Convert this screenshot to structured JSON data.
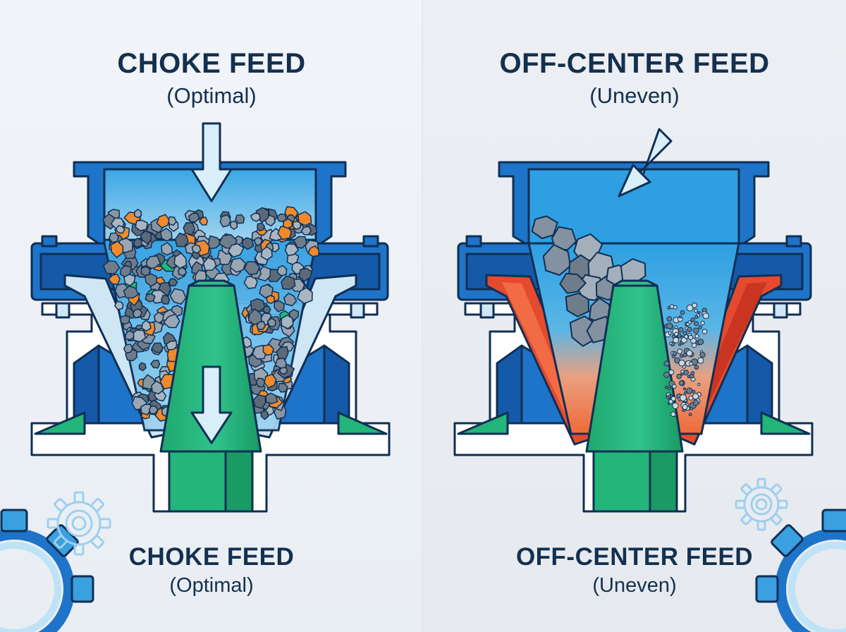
{
  "left_panel": {
    "title": "CHOKE FEED",
    "subtitle": "(Optimal)",
    "bottom_title": "CHOKE FEED",
    "bottom_subtitle": "(Optimal)"
  },
  "right_panel": {
    "title": "OFF-CENTER FEED",
    "subtitle": "(Uneven)",
    "bottom_title": "OFF-CENTER FEED",
    "bottom_subtitle": "(Uneven)"
  },
  "colors": {
    "housing_blue": "#1e74c8",
    "dark_blue": "#155aa8",
    "chamber_blue": "#35a6e6",
    "mantle_green": "#23b57a",
    "liner_light": "#cfe7f5",
    "hot_liner": "#e54a2e",
    "rock_gray": "#6f7d8a",
    "rock_orange": "#f08a2a",
    "outline": "#0f2f55",
    "arrow_fill": "#d8eef8"
  },
  "icons": [
    "down-arrow-icon",
    "diagonal-arrow-icon",
    "gear-icon"
  ]
}
